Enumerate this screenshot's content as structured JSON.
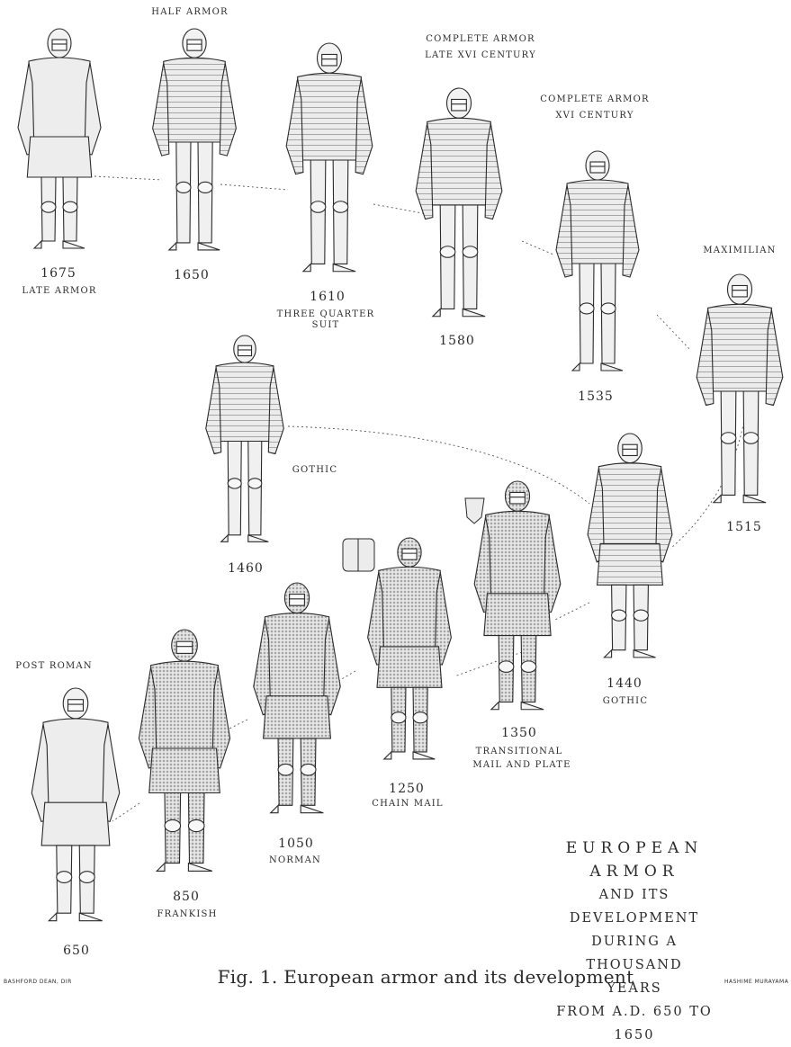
{
  "title": {
    "line1": "EUROPEAN ARMOR",
    "line2": "AND ITS DEVELOPMENT",
    "line3": "DURING A THOUSAND YEARS",
    "line4": "FROM A.D. 650 TO 1650"
  },
  "caption": "Fig. 1.   European armor and its development",
  "credits": {
    "left": "BASHFORD DEAN, DIR",
    "right": "HASHIME MURAYAMA"
  },
  "colors": {
    "ink": "#2a2a2a",
    "paper": "#ffffff",
    "fill": "#e9e9e9"
  },
  "figures": [
    {
      "year": "1675",
      "name": "LATE ARMOR"
    },
    {
      "year": "1650",
      "name": "",
      "heading": "HALF ARMOR"
    },
    {
      "year": "1610",
      "name": "THREE QUARTER",
      "name2": "SUIT"
    },
    {
      "year": "1580",
      "name": "",
      "heading": "COMPLETE ARMOR",
      "heading2": "LATE XVI CENTURY"
    },
    {
      "year": "1535",
      "name": "",
      "heading": "COMPLETE ARMOR",
      "heading2": "XVI CENTURY"
    },
    {
      "year": "1515",
      "name": "",
      "heading": "MAXIMILIAN"
    },
    {
      "year": "1460",
      "name": "GOTHIC"
    },
    {
      "year": "1440",
      "name": "GOTHIC"
    },
    {
      "year": "1350",
      "name": "TRANSITIONAL",
      "name2": "MAIL AND PLATE"
    },
    {
      "year": "1250",
      "name": "CHAIN MAIL"
    },
    {
      "year": "1050",
      "name": "NORMAN"
    },
    {
      "year": "850",
      "name": "FRANKISH"
    },
    {
      "year": "650",
      "name": "",
      "heading": "POST ROMAN"
    }
  ]
}
